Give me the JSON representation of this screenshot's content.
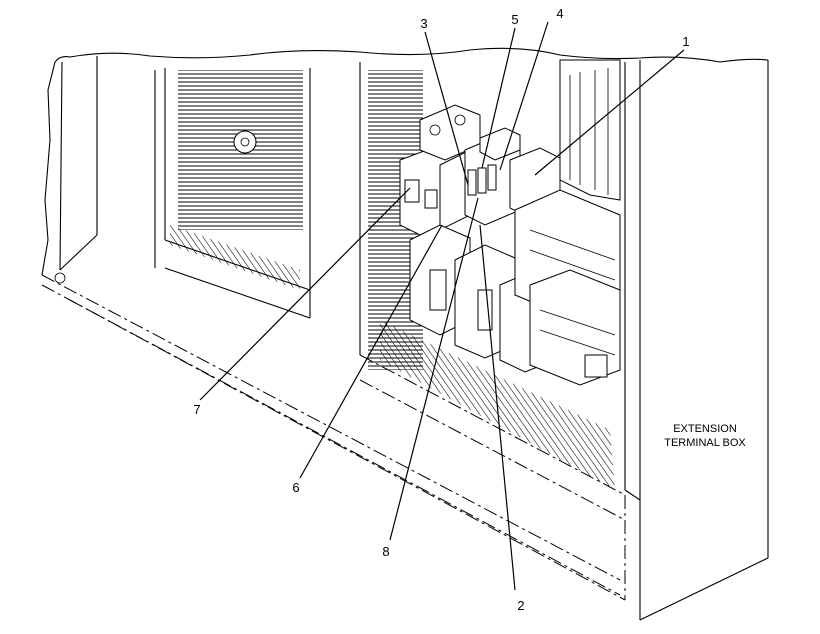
{
  "callouts": [
    {
      "id": "1",
      "label": "1"
    },
    {
      "id": "2",
      "label": "2"
    },
    {
      "id": "3",
      "label": "3"
    },
    {
      "id": "4",
      "label": "4"
    },
    {
      "id": "5",
      "label": "5"
    },
    {
      "id": "6",
      "label": "6"
    },
    {
      "id": "7",
      "label": "7"
    },
    {
      "id": "8",
      "label": "8"
    }
  ],
  "box_caption": {
    "line1": "EXTENSION",
    "line2": "TERMINAL BOX"
  }
}
